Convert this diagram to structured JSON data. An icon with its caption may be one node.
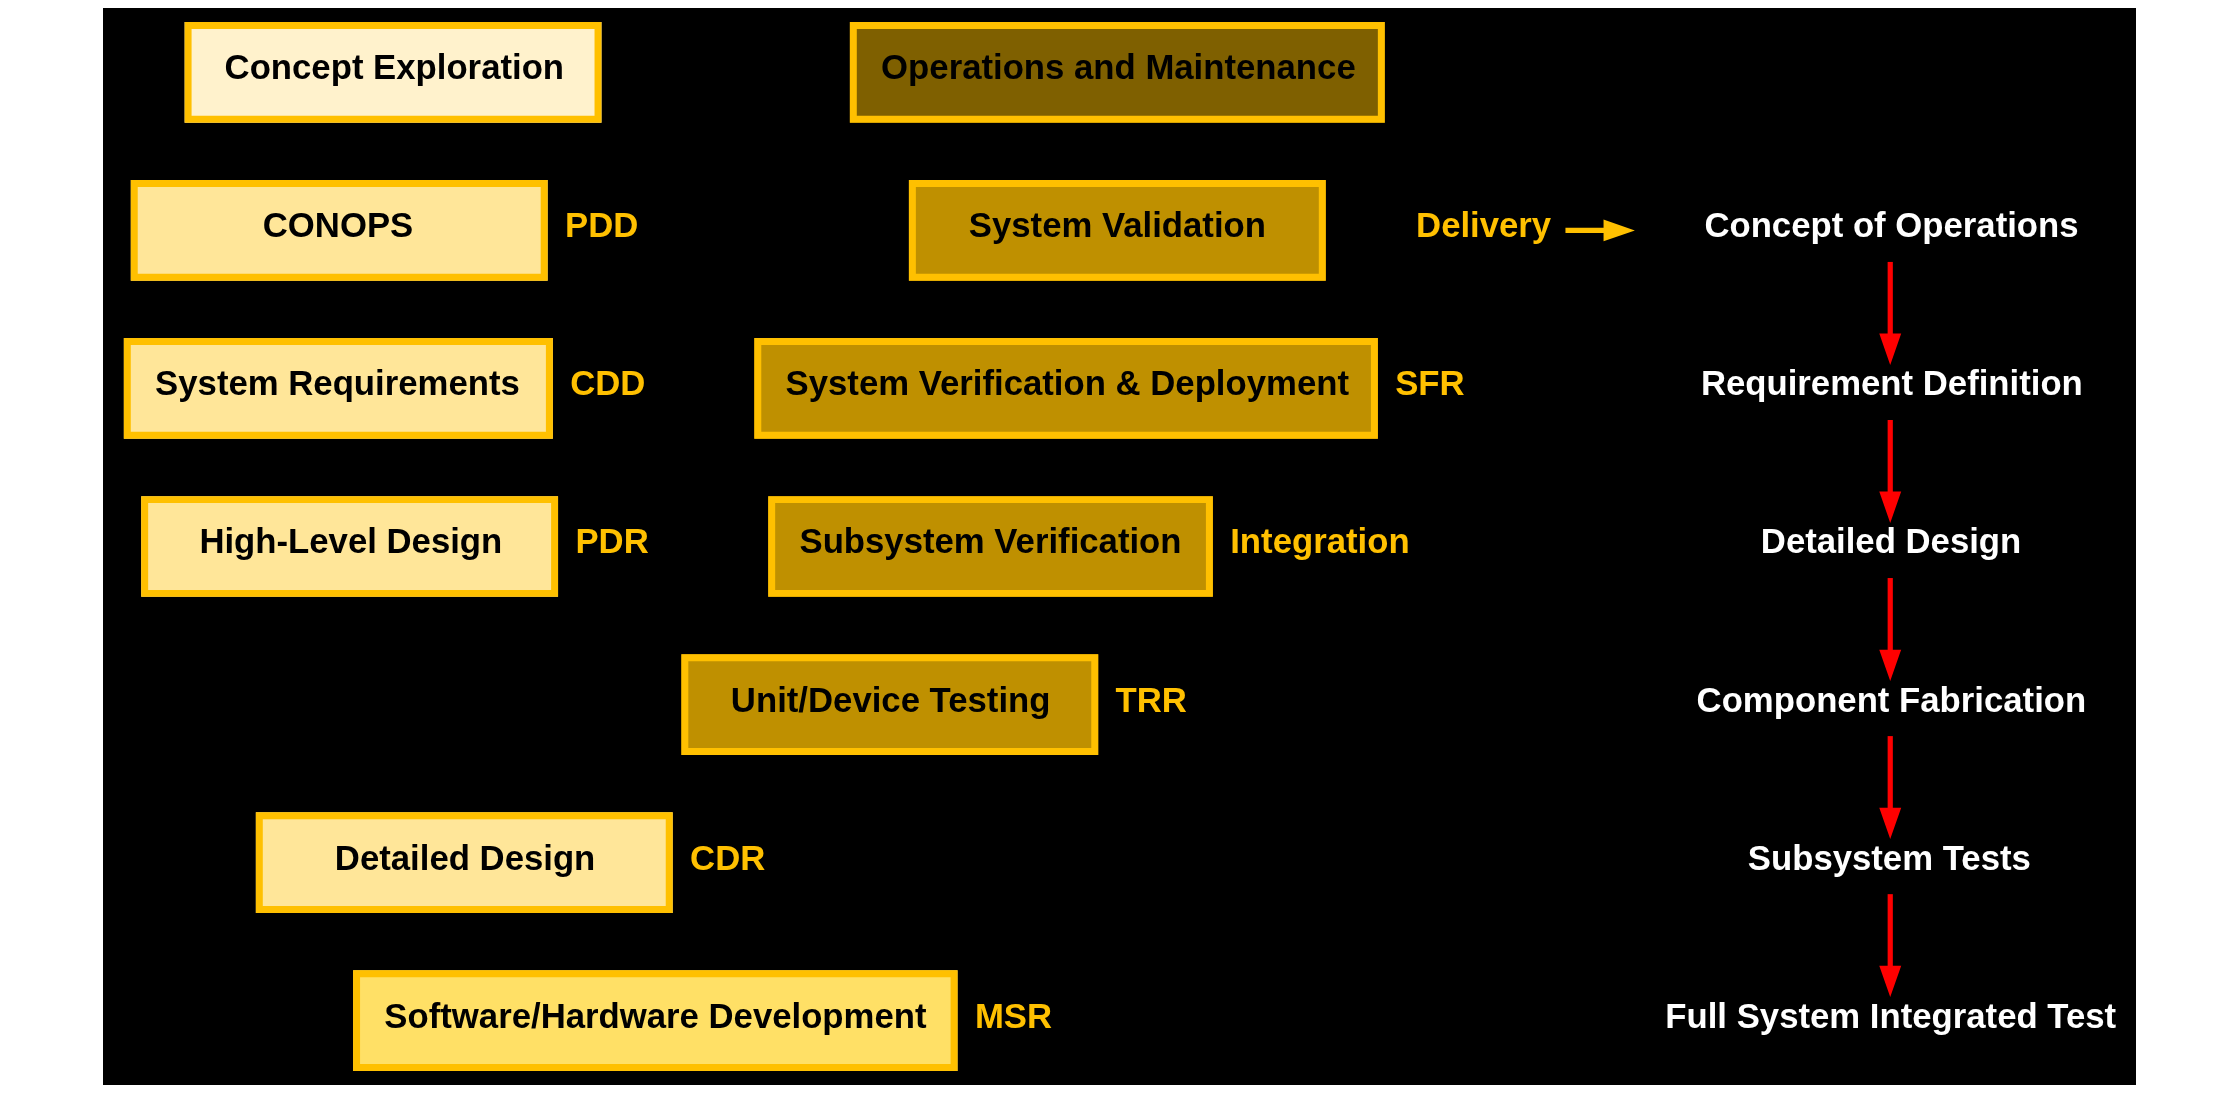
{
  "diagram": {
    "nodes": [
      {
        "text": [
          "Concept Exploration"
        ]
      },
      {
        "text": [
          "CONOPS"
        ],
        "beside": [
          "PDD"
        ]
      },
      {
        "text": [
          "System Requirements"
        ],
        "beside": [
          "CDD"
        ]
      },
      {
        "text": [
          "High-Level Design"
        ],
        "beside": [
          "PDR"
        ]
      },
      {
        "text": [
          "Detailed Design"
        ],
        "beside": [
          "CDR"
        ]
      },
      {
        "text": [
          "Software/Hardware Development"
        ],
        "beside": [
          "MSR"
        ]
      },
      {
        "text": [
          "Unit/Device Testing"
        ],
        "beside": [
          "TRR"
        ]
      },
      {
        "text": [
          "Subsystem Verification"
        ],
        "beside": [
          "Integration"
        ]
      },
      {
        "text": [
          "System Verification & Deployment"
        ],
        "beside": [
          "SFR"
        ]
      },
      {
        "text": [
          "System Validation"
        ]
      },
      {
        "text": [
          "Operations and Maintenance"
        ]
      },
      {
        "text": [
          "Delivery"
        ]
      },
      {
        "text": [
          "Concept of Operations"
        ]
      },
      {
        "text": [
          "Requirement Definition"
        ]
      },
      {
        "text": [
          "Detailed Design"
        ]
      },
      {
        "text": [
          "Component Fabrication"
        ]
      },
      {
        "text": [
          "Subsystem Tests"
        ]
      },
      {
        "text": [
          "Full System Integrated Test"
        ]
      }
    ],
    "edges": [
      {
        "from": 11,
        "to": null,
        "arrow": "to",
        "color": "#ffc000"
      },
      {
        "from": 12,
        "to": 13,
        "arrow": "to"
      },
      {
        "from": 13,
        "to": 14,
        "arrow": "to"
      },
      {
        "from": 14,
        "to": 15,
        "arrow": "to"
      },
      {
        "from": 15,
        "to": 16,
        "arrow": "to"
      },
      {
        "from": 16,
        "to": 17,
        "arrow": "to"
      }
    ]
  }
}
